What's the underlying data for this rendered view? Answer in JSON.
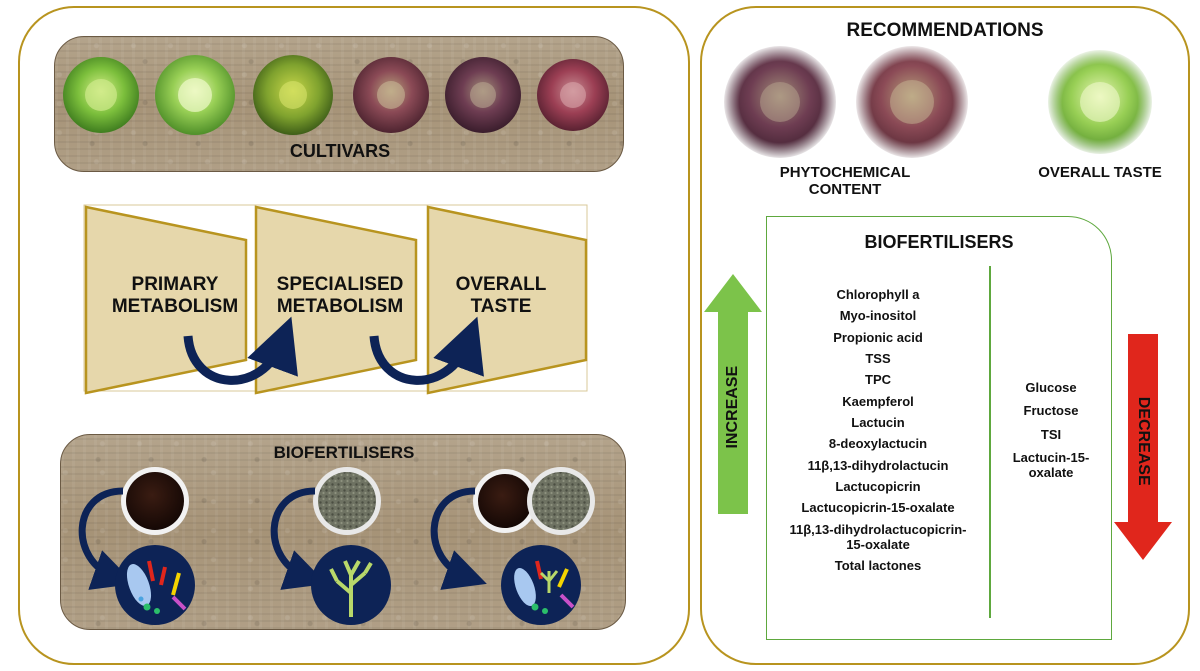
{
  "left_panel": {
    "cultivars_label": "CULTIVARS",
    "flow_steps": [
      "PRIMARY METABOLISM",
      "SPECIALISED METABOLISM",
      "OVERALL TASTE"
    ],
    "biofertilisers_label": "BIOFERTILISERS"
  },
  "right_panel": {
    "title": "RECOMMENDATIONS",
    "phytochemical_label": "PHYTOCHEMICAL CONTENT",
    "taste_label": "OVERALL TASTE",
    "biofertilisers_title": "BIOFERTILISERS",
    "increase_label": "INCREASE",
    "decrease_label": "DECREASE",
    "increase_items": [
      "Chlorophyll a",
      "Myo-inositol",
      "Propionic acid",
      "TSS",
      "TPC",
      "Kaempferol",
      "Lactucin",
      "8-deoxylactucin",
      "11β,13-dihydrolactucin",
      "Lactucopicrin",
      "Lactucopicrin-15-oxalate",
      "11β,13-dihydrolactucopicrin-15-oxalate",
      "Total lactones"
    ],
    "decrease_items": [
      "Glucose",
      "Fructose",
      "TSI",
      "Lactucin-15-oxalate"
    ]
  },
  "colors": {
    "gold": "#b8941f",
    "funnel": "#e6d7ab",
    "navy": "#0d2356",
    "green": "#7cc34a",
    "red": "#e0261c",
    "box_border": "#5ea83e"
  },
  "icons": [
    "lettuce-icon",
    "soil-pot-icon",
    "microbe-cell-icon",
    "curved-arrow-icon"
  ]
}
